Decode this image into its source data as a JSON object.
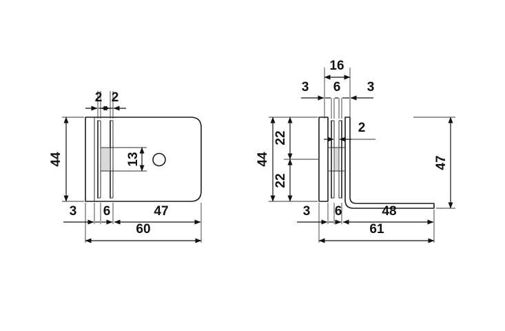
{
  "drawing": {
    "title": "Glass clamp bracket - two orthographic views with dimensions",
    "units": "mm",
    "background_color": "#ffffff",
    "line_color": "#1a1a1a",
    "shade_color": "#d9d9d9",
    "views": [
      {
        "id": "front-view",
        "name": "front-view",
        "dimensions": {
          "height_overall": "44",
          "glass_top_gap": "2",
          "glass_bottom_gap": "2",
          "pad_height": "13",
          "wall_plate_thickness": "3",
          "glass_slot": "6",
          "body_length": "47",
          "total_length": "60"
        }
      },
      {
        "id": "side-view",
        "name": "side-view",
        "dimensions": {
          "bracket_width": "16",
          "left_flange": "3",
          "glass_slot_top": "6",
          "right_flange": "3",
          "height_overall": "44",
          "upper_half": "22",
          "lower_half": "22",
          "pad_thickness": "2",
          "arm_height": "47",
          "wall_plate_thickness": "3",
          "glass_slot_bottom": "6",
          "arm_length": "48",
          "total_length": "61"
        }
      }
    ],
    "labels": {
      "v1_two_a": "2",
      "v1_two_b": "2",
      "v1_44": "44",
      "v1_13": "13",
      "v1_3": "3",
      "v1_6": "6",
      "v1_47": "47",
      "v1_60": "60",
      "v2_16": "16",
      "v2_3_top_left": "3",
      "v2_6_top": "6",
      "v2_3_top_right": "3",
      "v2_44": "44",
      "v2_22_upper": "22",
      "v2_22_lower": "22",
      "v2_2": "2",
      "v2_47": "47",
      "v2_3_bottom": "3",
      "v2_6_bottom": "6",
      "v2_48": "48",
      "v2_61": "61"
    }
  }
}
